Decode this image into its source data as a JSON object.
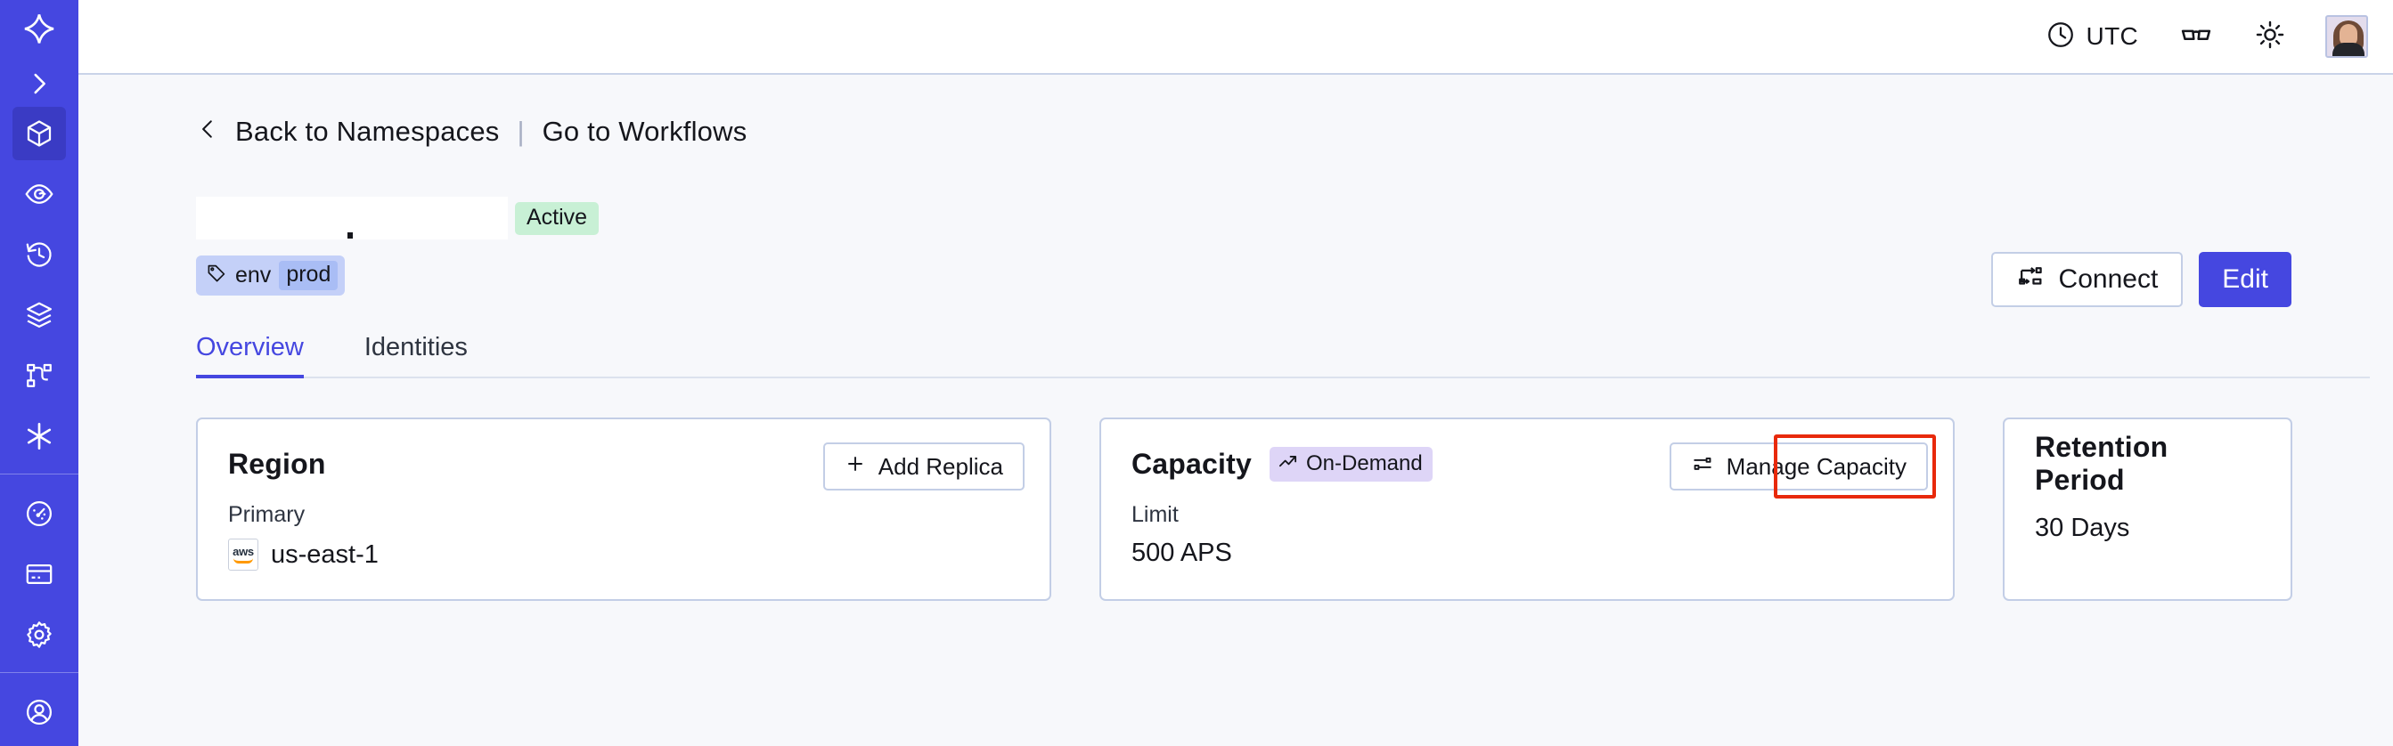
{
  "sidebar": {
    "logo_icon": "temporal-logo-icon",
    "expand_icon": "chevron-right-icon",
    "items": [
      {
        "id": "namespaces",
        "icon": "cube-icon",
        "label": "Namespaces",
        "active": true
      },
      {
        "id": "observability",
        "icon": "eye-icon",
        "label": "Observability",
        "active": false
      },
      {
        "id": "history",
        "icon": "clock-rewind-icon",
        "label": "History",
        "active": false
      },
      {
        "id": "layers",
        "icon": "layers-icon",
        "label": "Layers",
        "active": false
      },
      {
        "id": "workflows",
        "icon": "sitemap-icon",
        "label": "Workflows",
        "active": false
      },
      {
        "id": "nexus",
        "icon": "asterisk-icon",
        "label": "Nexus",
        "active": false
      }
    ],
    "items_bottom": [
      {
        "id": "usage",
        "icon": "gauge-icon",
        "label": "Usage",
        "active": false
      },
      {
        "id": "billing",
        "icon": "credit-card-icon",
        "label": "Billing",
        "active": false
      },
      {
        "id": "settings",
        "icon": "gear-icon",
        "label": "Settings",
        "active": false
      }
    ],
    "items_footer": [
      {
        "id": "account",
        "icon": "account-icon",
        "label": "Account",
        "active": false
      }
    ]
  },
  "topbar": {
    "timezone_icon": "clock-icon",
    "timezone_label": "UTC",
    "accessibility_icon": "glasses-icon",
    "theme_icon": "sun-icon",
    "avatar_icon": "user-avatar"
  },
  "breadcrumb": {
    "back_icon": "chevron-left-icon",
    "back_label": "Back to Namespaces",
    "separator": "|",
    "forward_label": "Go to Workflows"
  },
  "namespace": {
    "name": "",
    "status_badge": "Active",
    "tag_icon": "tag-icon",
    "tag_key": "env",
    "tag_value": "prod"
  },
  "header_actions": {
    "connect_icon": "connect-flow-icon",
    "connect_label": "Connect",
    "edit_label": "Edit"
  },
  "tabs": [
    {
      "id": "overview",
      "label": "Overview",
      "active": true
    },
    {
      "id": "identities",
      "label": "Identities",
      "active": false
    }
  ],
  "cards": {
    "region": {
      "title": "Region",
      "button_icon": "plus-icon",
      "button_label": "Add Replica",
      "sub_label": "Primary",
      "provider_icon": "aws-logo",
      "provider_text": "aws",
      "value": "us-east-1"
    },
    "capacity": {
      "title": "Capacity",
      "badge_icon": "trending-up-icon",
      "badge_label": "On-Demand",
      "button_icon": "sliders-icon",
      "button_label": "Manage Capacity",
      "sub_label": "Limit",
      "value": "500 APS",
      "highlighted": true
    },
    "retention": {
      "title": "Retention Period",
      "value": "30 Days"
    }
  },
  "colors": {
    "sidebar_blue": "#4547E0",
    "sidebar_active": "#3A3BC4",
    "accent": "#4547E0",
    "page_bg": "#F7F8FB",
    "card_border": "#C3CEE6",
    "badge_active_bg": "#C8F0D5",
    "badge_ondemand_bg": "#DED5F7",
    "tag_bg": "#C4D0F8",
    "tag_value_bg": "#A9BDF5",
    "highlight_ring": "#E8290B"
  }
}
